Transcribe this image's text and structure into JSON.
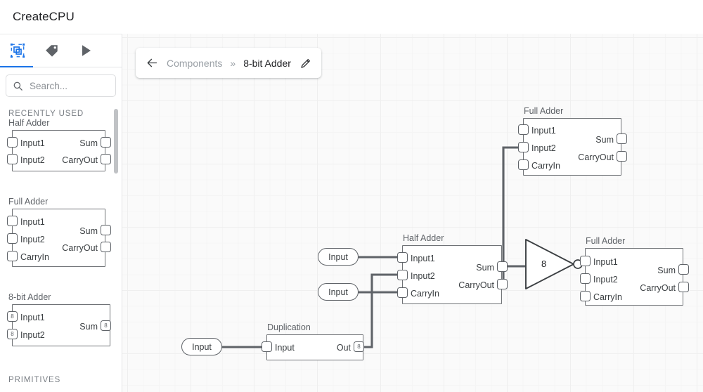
{
  "app": {
    "title": "CreateCPU"
  },
  "sidebar": {
    "tabs": [
      {
        "name": "components-tab",
        "icon": "component-icon",
        "selected": true
      },
      {
        "name": "tags-tab",
        "icon": "tag-icon",
        "selected": false
      },
      {
        "name": "run-tab",
        "icon": "play-icon",
        "selected": false
      }
    ],
    "search": {
      "placeholder": "Search...",
      "value": "",
      "icon": "search-icon"
    },
    "sections": [
      {
        "label": "RECENTLY USED"
      },
      {
        "label": "PRIMITIVES"
      }
    ],
    "palette": [
      {
        "title": "Half Adder",
        "inputs": [
          {
            "label": "Input1",
            "badge": ""
          },
          {
            "label": "Input2",
            "badge": ""
          }
        ],
        "outputs": [
          {
            "label": "Sum",
            "badge": ""
          },
          {
            "label": "CarryOut",
            "badge": ""
          }
        ]
      },
      {
        "title": "Full Adder",
        "inputs": [
          {
            "label": "Input1",
            "badge": ""
          },
          {
            "label": "Input2",
            "badge": ""
          },
          {
            "label": "CarryIn",
            "badge": ""
          }
        ],
        "outputs": [
          {
            "label": "Sum",
            "badge": ""
          },
          {
            "label": "CarryOut",
            "badge": ""
          }
        ]
      },
      {
        "title": "8-bit Adder",
        "inputs": [
          {
            "label": "Input1",
            "badge": "8"
          },
          {
            "label": "Input2",
            "badge": "8"
          }
        ],
        "outputs": [
          {
            "label": "Sum",
            "badge": "8"
          }
        ]
      }
    ]
  },
  "breadcrumb": {
    "back_icon": "arrow-left-icon",
    "root": "Components",
    "separator": "»",
    "current": "8-bit Adder",
    "edit_icon": "pencil-icon"
  },
  "canvas": {
    "inputs": [
      {
        "label": "Input"
      },
      {
        "label": "Input"
      },
      {
        "label": "Input"
      }
    ],
    "nodes": [
      {
        "id": "full-adder-top",
        "title": "Full Adder",
        "inputs": [
          {
            "label": "Input1",
            "badge": ""
          },
          {
            "label": "Input2",
            "badge": ""
          },
          {
            "label": "CarryIn",
            "badge": ""
          }
        ],
        "outputs": [
          {
            "label": "Sum",
            "badge": ""
          },
          {
            "label": "CarryOut",
            "badge": ""
          }
        ]
      },
      {
        "id": "half-adder-mid",
        "title": "Half Adder",
        "inputs": [
          {
            "label": "Input1",
            "badge": ""
          },
          {
            "label": "Input2",
            "badge": ""
          },
          {
            "label": "CarryIn",
            "badge": ""
          }
        ],
        "outputs": [
          {
            "label": "Sum",
            "badge": ""
          },
          {
            "label": "CarryOut",
            "badge": ""
          }
        ]
      },
      {
        "id": "full-adder-right",
        "title": "Full Adder",
        "inputs": [
          {
            "label": "Input1",
            "badge": ""
          },
          {
            "label": "Input2",
            "badge": ""
          },
          {
            "label": "CarryIn",
            "badge": ""
          }
        ],
        "outputs": [
          {
            "label": "Sum",
            "badge": ""
          },
          {
            "label": "CarryOut",
            "badge": ""
          }
        ]
      },
      {
        "id": "duplication",
        "title": "Duplication",
        "inputs": [
          {
            "label": "Input",
            "badge": ""
          }
        ],
        "outputs": [
          {
            "label": "Out",
            "badge": "8"
          }
        ]
      }
    ],
    "gate": {
      "id": "not-gate",
      "label": "8",
      "shape": "triangle-with-bubble"
    }
  },
  "colors": {
    "accent": "#1a73e8",
    "node_stroke": "#6f7276",
    "wire": "#5f6368",
    "canvas_bg": "#fafafa",
    "grid": "#efefef",
    "text": "#3c4043",
    "muted": "#9aa0a6"
  }
}
